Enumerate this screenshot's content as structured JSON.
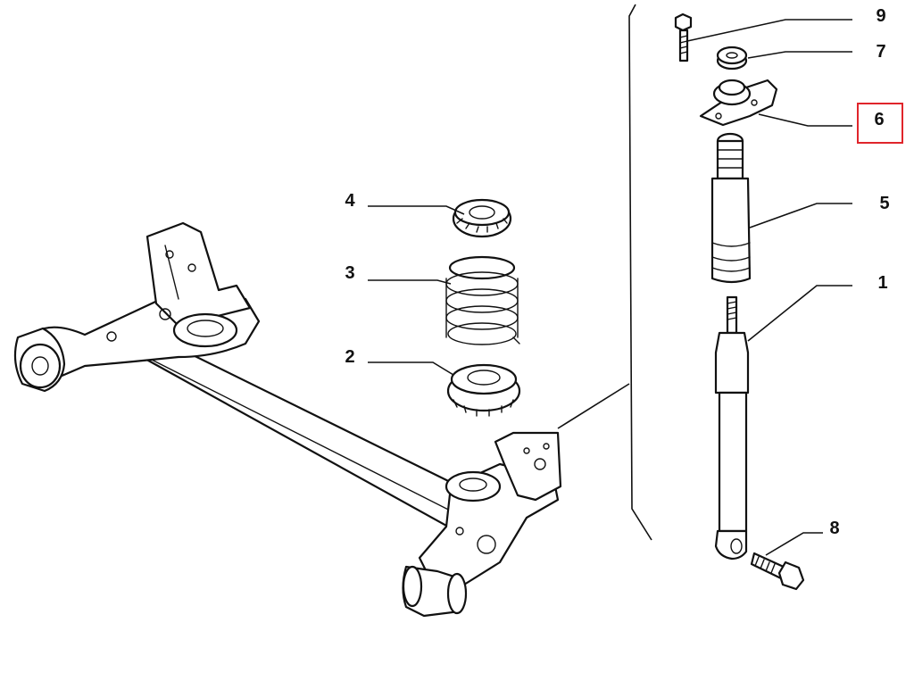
{
  "callouts": {
    "p1": "1",
    "p2": "2",
    "p3": "3",
    "p4": "4",
    "p5": "5",
    "p6": "6",
    "p7": "7",
    "p8": "8",
    "p9": "9"
  },
  "highlight": {
    "part": "6",
    "color": "#e0252b"
  }
}
